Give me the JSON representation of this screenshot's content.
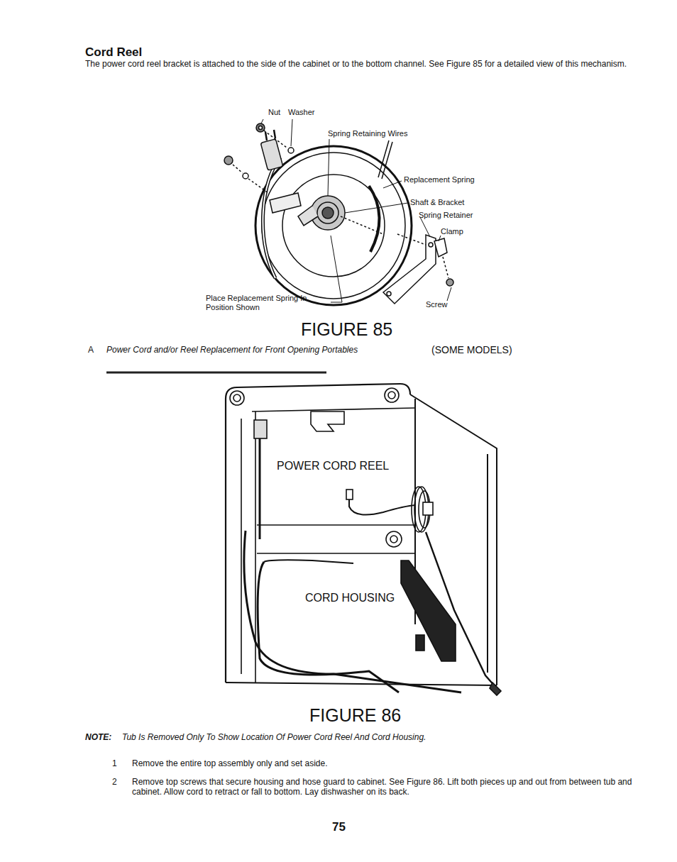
{
  "diagram": {
    "title": "Cord Reel",
    "labels": [
      "The power cord reel bracket is attached to the side of the cabinet or to the bottom channel. See Figure 85 for a detailed view of this mechanism.",
      "Nut",
      "Washer",
      "Spring Retaining Wires",
      "Replacement Spring",
      "Shaft & Bracket",
      "Spring Retainer",
      "Clamp",
      "Place Replacement Spring In Position Shown",
      "Screw",
      "FIGURE 85",
      "A",
      "Power Cord and/or Reel Replacement for Front Opening Portables",
      "(SOME MODELS)",
      "POWER CORD REEL",
      "CORD HOUSING",
      "FIGURE 86",
      "NOTE:",
      "Tub Is Removed Only To Show Location Of Power Cord Reel And Cord Housing.",
      "1",
      "Remove the entire top assembly only and set aside.",
      "2",
      "Remove top screws that secure housing and hose guard to cabinet. See Figure 86. Lift both pieces up and out from between tub and cabinet. Allow cord to retract or fall to bottom. Lay dishwasher on its back.",
      "75"
    ]
  }
}
